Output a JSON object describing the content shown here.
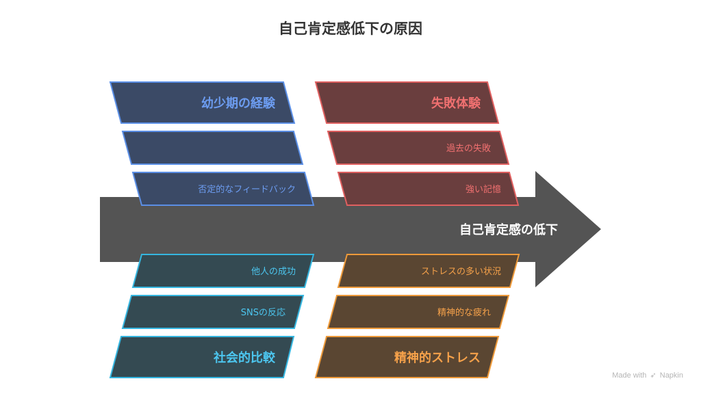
{
  "title": "自己肯定感低下の原因",
  "spine": {
    "label": "自己肯定感の低下",
    "color": "#545454"
  },
  "categories": [
    {
      "key": "childhood",
      "heading": "幼少期の経験",
      "fill": "#3b4a66",
      "stroke": "#5b8fe6",
      "text": "#6c9cf0",
      "items": [
        "",
        "否定的なフィードバック"
      ]
    },
    {
      "key": "failure",
      "heading": "失敗体験",
      "fill": "#6a3e3e",
      "stroke": "#e06060",
      "text": "#f07070",
      "items": [
        "過去の失敗",
        "強い記憶"
      ]
    },
    {
      "key": "social",
      "heading": "社会的比較",
      "fill": "#344a52",
      "stroke": "#35b6e0",
      "text": "#4cc6ef",
      "items": [
        "他人の成功",
        "SNSの反応"
      ]
    },
    {
      "key": "stress",
      "heading": "精神的ストレス",
      "fill": "#5a4632",
      "stroke": "#ee9a3a",
      "text": "#f5a14a",
      "items": [
        "ストレスの多い状況",
        "精神的な疲れ"
      ]
    }
  ],
  "footer": {
    "made_with": "Made with",
    "brand": "Napkin",
    "logo_icon": "napkin-logo-icon"
  }
}
